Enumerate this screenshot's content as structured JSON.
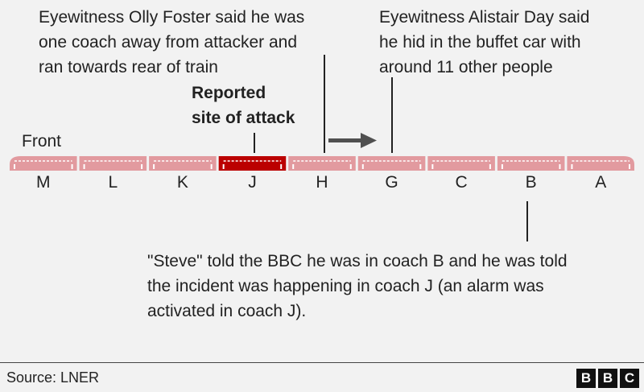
{
  "annotations": {
    "olly": [
      "Eyewitness Olly Foster said he was",
      "one coach away from attacker and",
      "ran towards rear of train"
    ],
    "alistair": [
      "Eyewitness Alistair Day said",
      "he hid in the buffet car with",
      "around 11 other people"
    ],
    "reported": [
      "Reported",
      "site of attack"
    ],
    "steve": [
      "\"Steve\" told the BBC he was in coach B and he was told",
      "the incident was happening in coach J (an alarm was",
      "activated in coach J)."
    ]
  },
  "front_label": "Front",
  "coaches": [
    "M",
    "L",
    "K",
    "J",
    "H",
    "G",
    "C",
    "B",
    "A"
  ],
  "highlight_coach": "J",
  "colors": {
    "coach": "#e29a9f",
    "highlight": "#bb0000",
    "arrow": "#505050"
  },
  "footer": {
    "source": "Source: LNER",
    "logo": [
      "B",
      "B",
      "C"
    ]
  }
}
